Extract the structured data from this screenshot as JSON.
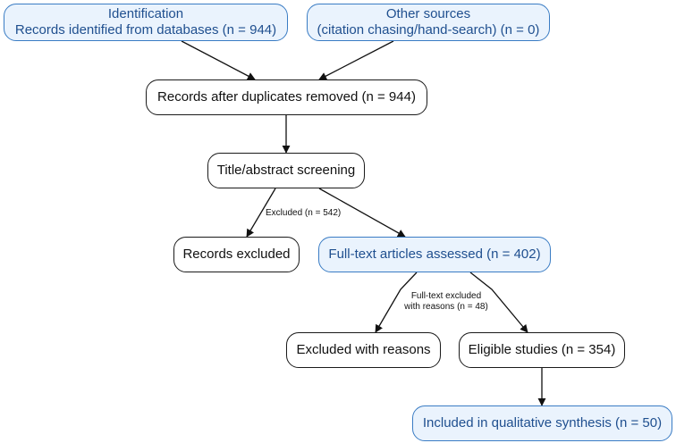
{
  "diagram": {
    "type": "PRISMA flow diagram",
    "nodes": {
      "identification": {
        "line1": "Identification",
        "line2": "Records identified from databases (n = 944)"
      },
      "other_sources": {
        "line1": "Other sources",
        "line2": "(citation chasing/hand-search) (n = 0)"
      },
      "duplicates_removed": {
        "label": "Records after duplicates removed (n = 944)"
      },
      "screening": {
        "label": "Title/abstract screening"
      },
      "records_excluded": {
        "label": "Records excluded"
      },
      "fulltext_assessed": {
        "label": "Full-text articles assessed (n = 402)"
      },
      "excluded_with_reasons": {
        "label": "Excluded with reasons"
      },
      "eligible": {
        "label": "Eligible studies (n = 354)"
      },
      "included": {
        "label": "Included in qualitative synthesis (n = 50)"
      }
    },
    "edge_labels": {
      "screening_excluded": "Excluded (n = 542)",
      "fulltext_excluded_line1": "Full-text excluded",
      "fulltext_excluded_line2": "with reasons (n = 48)"
    },
    "edges": [
      {
        "from": "identification",
        "to": "duplicates_removed"
      },
      {
        "from": "other_sources",
        "to": "duplicates_removed"
      },
      {
        "from": "duplicates_removed",
        "to": "screening"
      },
      {
        "from": "screening",
        "to": "records_excluded",
        "label": "Excluded (n = 542)"
      },
      {
        "from": "screening",
        "to": "fulltext_assessed"
      },
      {
        "from": "fulltext_assessed",
        "to": "excluded_with_reasons",
        "label": "Full-text excluded with reasons (n = 48)"
      },
      {
        "from": "fulltext_assessed",
        "to": "eligible"
      },
      {
        "from": "eligible",
        "to": "included"
      }
    ],
    "colors": {
      "highlight_fill": "#eaf3fd",
      "highlight_border": "#3a7cc4",
      "highlight_text": "#1f4f8f",
      "default_border": "#1a1a1a"
    }
  }
}
